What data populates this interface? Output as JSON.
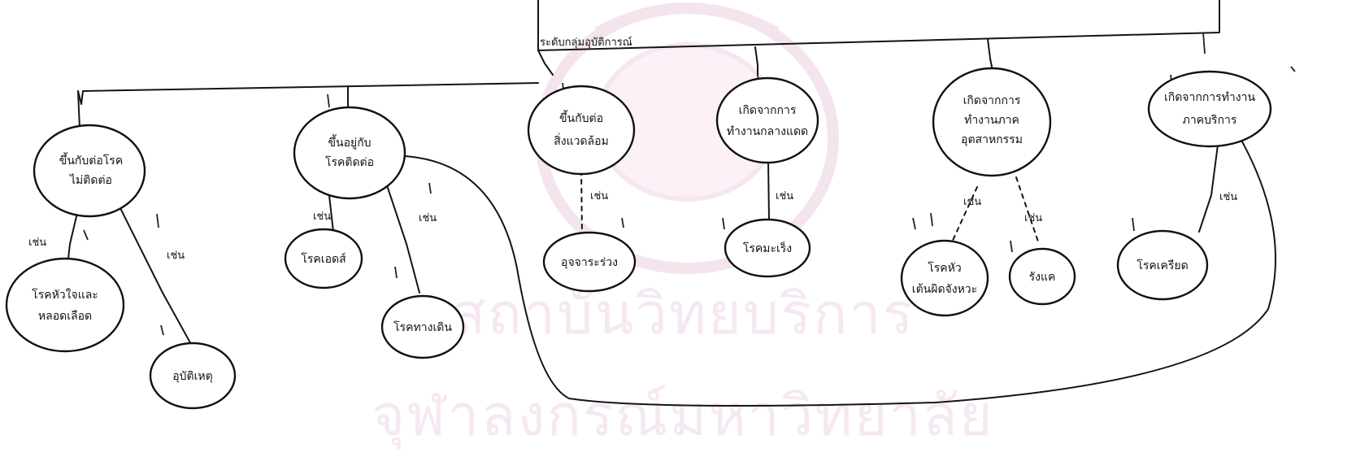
{
  "header_label": "ระดับกลุ่มอุบัติการณ์",
  "watermark": {
    "line1": "สถาบันวิทยบริการ",
    "line2": "จุฬาลงกรณ์มหาวิทยาลัย"
  },
  "categories": [
    {
      "id": "cat1",
      "lines": [
        "ขึ้นกับต่อโรค",
        "ไม่ติดต่อ"
      ]
    },
    {
      "id": "cat2",
      "lines": [
        "ขึ้นอยู่กับ",
        "โรคติดต่อ"
      ]
    },
    {
      "id": "cat3",
      "lines": [
        "ขึ้นกับต่อ",
        "สิ่งแวดล้อม"
      ]
    },
    {
      "id": "cat4",
      "lines": [
        "เกิดจากการ",
        "ทำงานกลางแดด"
      ]
    },
    {
      "id": "cat5",
      "lines": [
        "เกิดจากการ",
        "ทำงานภาค",
        "อุตสาหกรรม"
      ]
    },
    {
      "id": "cat6",
      "lines": [
        "เกิดจากการทำงาน",
        "ภาคบริการ"
      ]
    }
  ],
  "examples": [
    {
      "id": "ex1",
      "lines": [
        "โรคหัวใจและ",
        "หลอดเลือด"
      ]
    },
    {
      "id": "ex2",
      "lines": [
        "อุบัติเหตุ"
      ]
    },
    {
      "id": "ex3",
      "lines": [
        "โรคเอดส์"
      ]
    },
    {
      "id": "ex4",
      "lines": [
        "โรคทางเดิน"
      ]
    },
    {
      "id": "ex5",
      "lines": [
        "อุจจาระร่วง"
      ]
    },
    {
      "id": "ex6",
      "lines": [
        "โรคมะเร็ง"
      ]
    },
    {
      "id": "ex7",
      "lines": [
        "โรคหัว",
        "เต้นผิดจังหวะ"
      ]
    },
    {
      "id": "ex8",
      "lines": [
        "รังแค"
      ]
    },
    {
      "id": "ex9",
      "lines": [
        "โรคเครียด"
      ]
    }
  ],
  "edge_label": "เช่น"
}
